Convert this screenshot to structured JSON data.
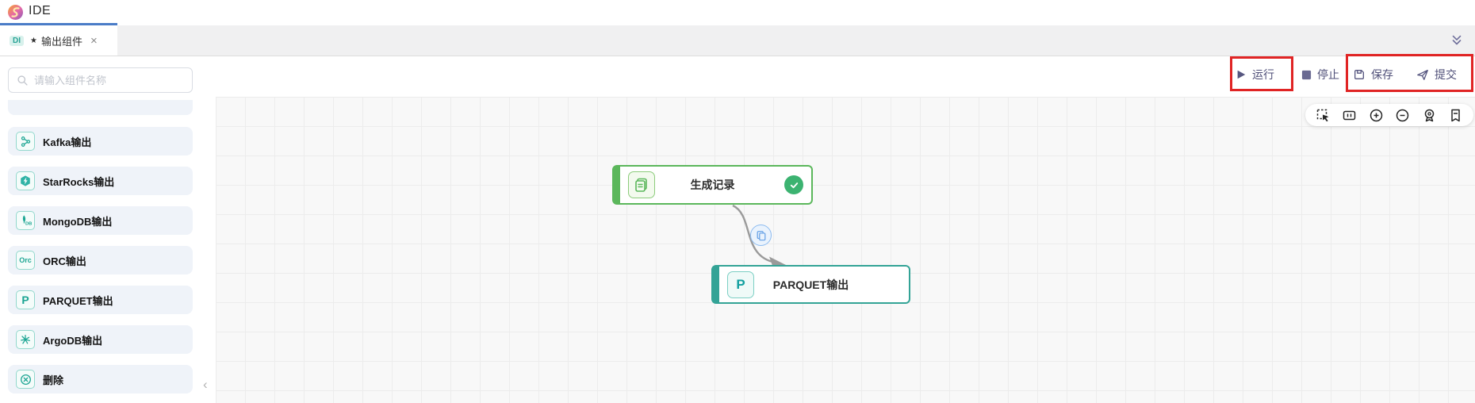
{
  "header": {
    "title": "IDE"
  },
  "tab_bar": {
    "tabs": [
      {
        "badge": "DI",
        "modified_indicator": "★",
        "label": "输出组件",
        "close_glyph": "×"
      }
    ]
  },
  "sidebar": {
    "search_placeholder": "请输入组件名称",
    "items": [
      {
        "label": "Kafka输出"
      },
      {
        "label": "StarRocks输出"
      },
      {
        "label": "MongoDB输出",
        "icon_text": "DB"
      },
      {
        "label": "ORC输出",
        "icon_text": "Orc"
      },
      {
        "label": "PARQUET输出",
        "icon_text": "P"
      },
      {
        "label": "ArgoDB输出"
      },
      {
        "label": "删除"
      }
    ],
    "collapse_glyph": "‹"
  },
  "toolbar": {
    "run": "运行",
    "stop": "停止",
    "save": "保存",
    "submit": "提交"
  },
  "canvas": {
    "nodes": [
      {
        "label": "生成记录",
        "status": "success"
      },
      {
        "label": "PARQUET输出",
        "icon_text": "P"
      }
    ],
    "edge": {
      "from": "生成记录",
      "to": "PARQUET输出",
      "badge": "copy-documents"
    }
  },
  "colors": {
    "accent_teal": "#1ca593",
    "node_green": "#5bb75b",
    "node_teal": "#33a396",
    "annotation_red": "#e02424",
    "tab_indicator_blue": "#4a7cc7",
    "edge_badge_blue": "#66a1e6"
  }
}
